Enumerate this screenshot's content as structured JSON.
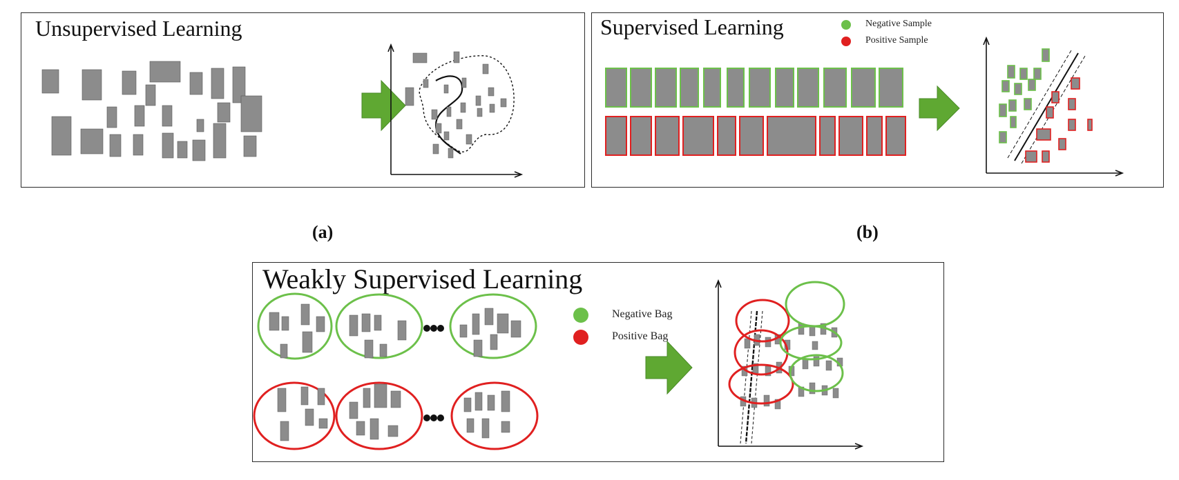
{
  "panels": {
    "unsupervised": {
      "title": "Unsupervised Learning",
      "label": "(a)"
    },
    "supervised": {
      "title": "Supervised Learning",
      "label": "(b)",
      "legend": [
        {
          "text": "Negative Sample",
          "color": "#6cc04a"
        },
        {
          "text": "Positive Sample",
          "color": "#e02020"
        }
      ]
    },
    "weakly": {
      "title": "Weakly Supervised Learning",
      "legend": [
        {
          "text": "Negative Bag",
          "color": "#6cc04a"
        },
        {
          "text": "Positive Bag",
          "color": "#e02020"
        }
      ]
    }
  },
  "colors": {
    "negative": "#6cc04a",
    "positive": "#e02020",
    "arrow": "#5fa832",
    "thumb": "#8c8c8c"
  },
  "icons": [
    "arrow-right-icon",
    "axes-icon",
    "ellipsis-icon"
  ]
}
